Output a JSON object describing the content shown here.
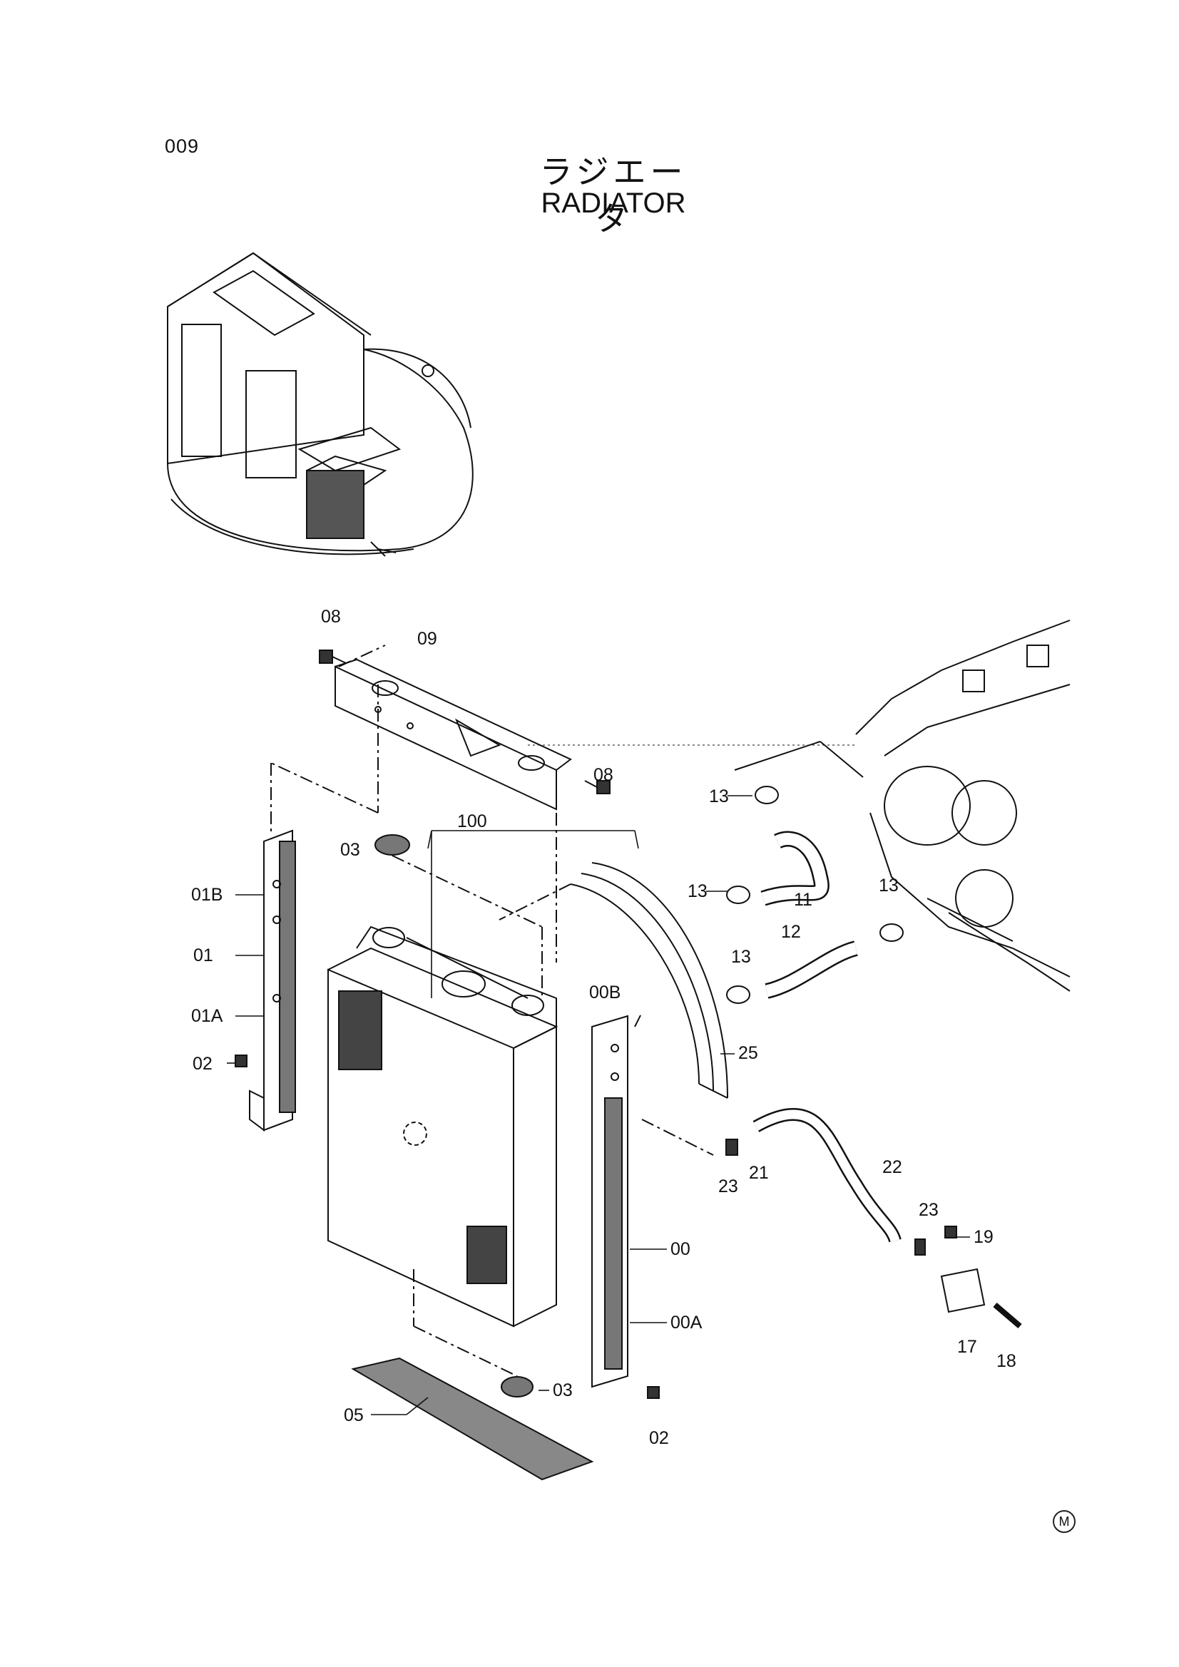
{
  "page_number": "009",
  "title_jp": "ラジエータ",
  "title_en": "RADIATOR",
  "corner_mark": "M",
  "callouts": {
    "c08a": "08",
    "c09": "09",
    "c08b": "08",
    "c100": "100",
    "c03a": "03",
    "c01B": "01B",
    "c01": "01",
    "c01A": "01A",
    "c02a": "02",
    "c13a": "13",
    "c13b": "13",
    "c11": "11",
    "c13c": "13",
    "c12": "12",
    "c13d": "13",
    "c00B": "00B",
    "c25": "25",
    "c23a": "23",
    "c21": "21",
    "c22": "22",
    "c23b": "23",
    "c19": "19",
    "c17": "17",
    "c18": "18",
    "c00": "00",
    "c00A": "00A",
    "c03b": "03",
    "c05": "05",
    "c02b": "02"
  }
}
